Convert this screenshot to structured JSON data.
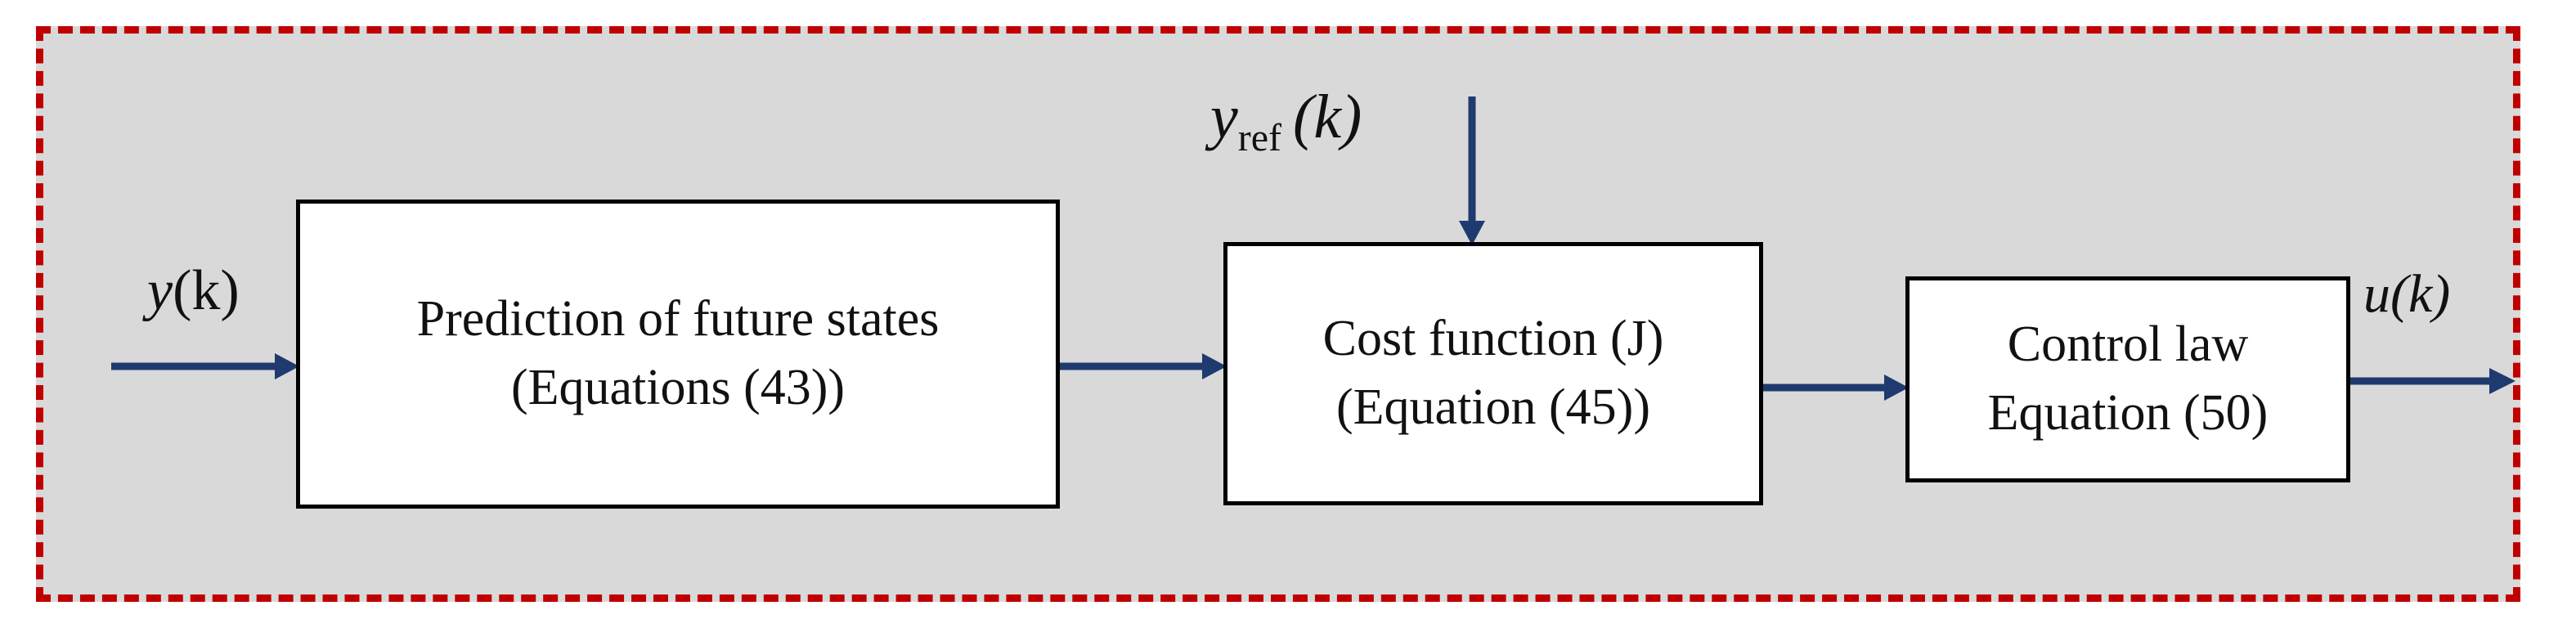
{
  "colors": {
    "background": "#d9d9d9",
    "frame_border": "#c00000",
    "arrow": "#1f3a6f",
    "block_fill": "#ffffff",
    "block_border": "#000000"
  },
  "blocks": {
    "prediction": {
      "line1": "Prediction of future states",
      "line2": "(Equations (43))"
    },
    "cost": {
      "line1": "Cost function (J)",
      "line2": "(Equation (45))"
    },
    "control": {
      "line1": "Control law",
      "line2": "Equation (50)"
    }
  },
  "signals": {
    "input": {
      "var": "y",
      "arg": "(k)"
    },
    "reference": {
      "var": "y",
      "sub": "ref",
      "arg": "(k)"
    },
    "output": {
      "text": "u(k)"
    }
  }
}
